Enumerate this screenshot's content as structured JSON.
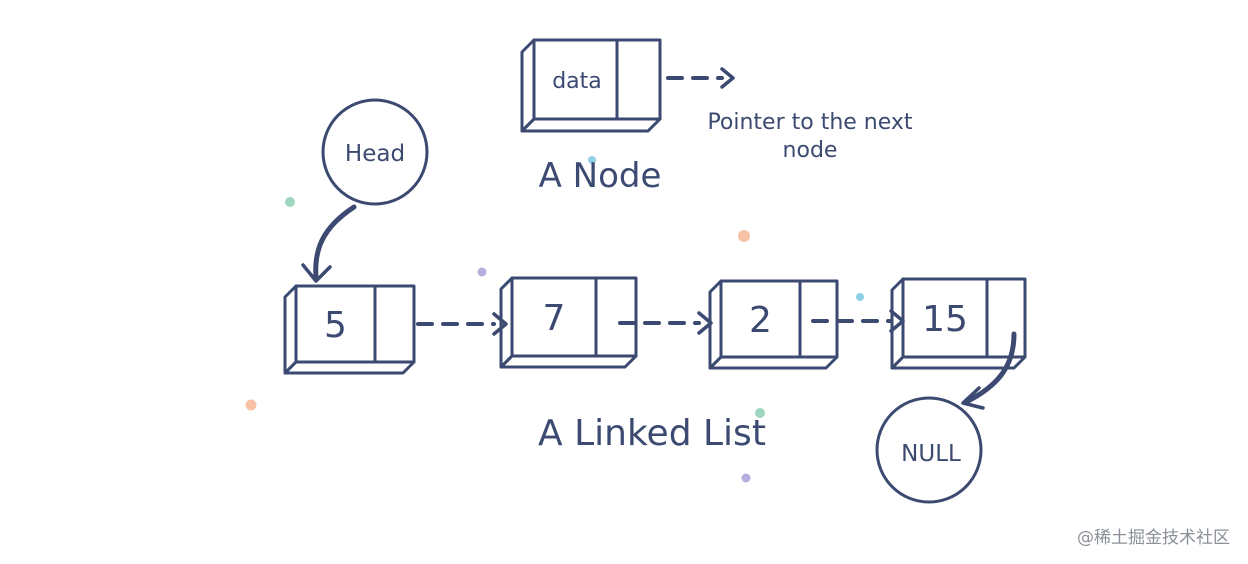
{
  "node_legend": {
    "field_label": "data",
    "pointer_label_line1": "Pointer to the next",
    "pointer_label_line2": "node",
    "title": "A Node"
  },
  "head_label": "Head",
  "null_label": "NULL",
  "list_title": "A Linked List",
  "nodes": [
    {
      "value": "5",
      "color": "#7fc0de"
    },
    {
      "value": "7",
      "color": "#a9a1cc"
    },
    {
      "value": "2",
      "color": "#f5c4b4"
    },
    {
      "value": "15",
      "color": "#9fd1c4"
    }
  ],
  "legend_color": "#7fc0de",
  "circle_color": "#dde2f1",
  "line_color": "#3c4a72",
  "watermark": "@稀土掘金技术社区"
}
